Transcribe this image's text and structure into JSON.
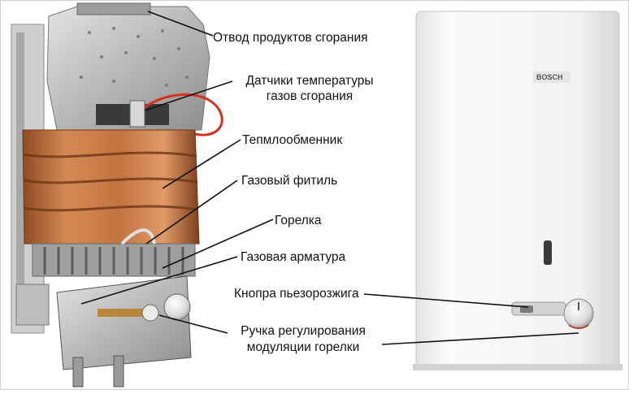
{
  "labels": {
    "exhaust": "Отвод продуктов сгорания",
    "temp_sensors_1": "Датчики температуры",
    "temp_sensors_2": "газов сгорания",
    "heat_exchanger": "Тепмлообменник",
    "gas_wick": "Газовый фитиль",
    "burner": "Горелка",
    "gas_fittings": "Газовая арматура",
    "piezo_button": "Кнопра пьезорозжига",
    "knob_1": "Ручка регулирования",
    "knob_2": "модуляции горелки"
  },
  "brand": "BOSCH",
  "colors": {
    "copper": "#c2733f",
    "copper_dark": "#8a4a22",
    "steel": "#b9b9b9",
    "casing": "#f4f4f4",
    "wire_red": "#d8301c"
  }
}
